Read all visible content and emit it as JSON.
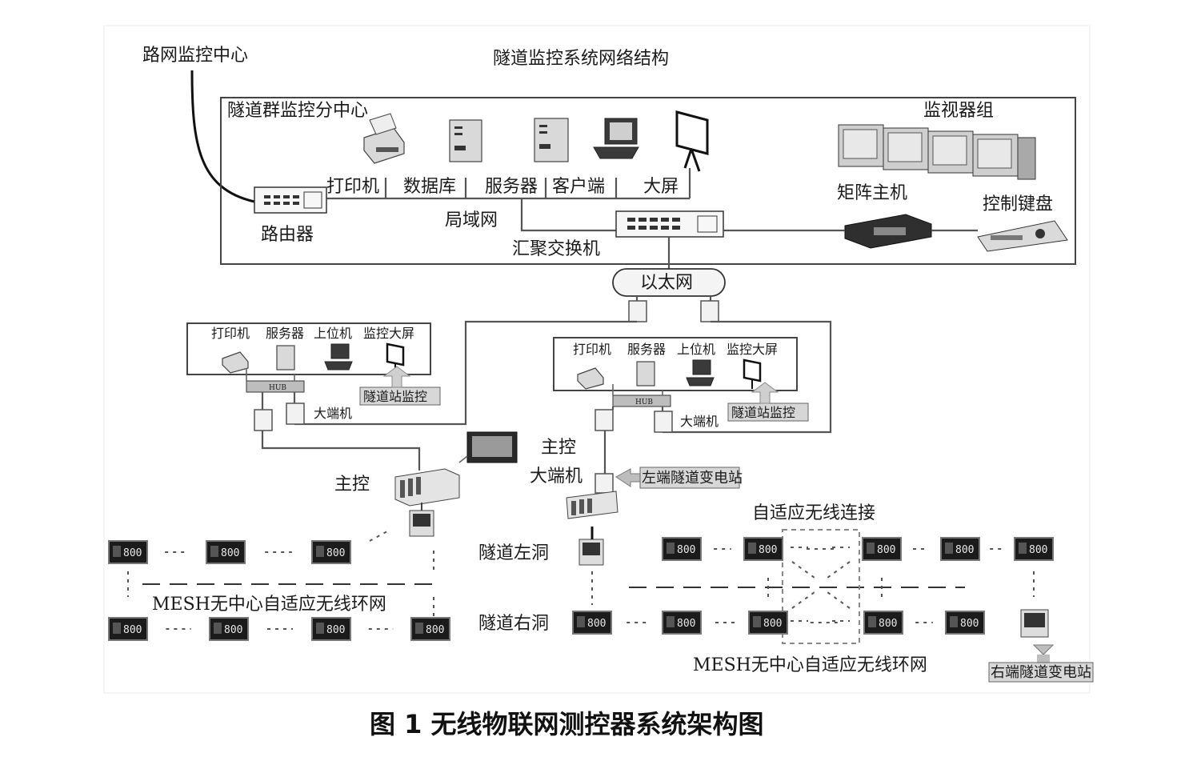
{
  "title": "隧道监控系统网络结构",
  "road_center": "路网监控中心",
  "sub_center": "隧道群监控分中心",
  "monitor_group": "监视器组",
  "top_devices": {
    "printer": "打印机",
    "database": "数据库",
    "server": "服务器",
    "client": "客户端",
    "screen": "大屏"
  },
  "router": "路由器",
  "lan": "局域网",
  "agg_switch": "汇聚交换机",
  "matrix_host": "矩阵主机",
  "control_keyboard": "控制键盘",
  "ethernet": "以太网",
  "station_left": {
    "printer": "打印机",
    "server": "服务器",
    "host": "上位机",
    "big_screen": "监控大屏",
    "monitor_tag": "隧道站监控",
    "hub": "HUB",
    "terminal": "大端机"
  },
  "station_right": {
    "printer": "打印机",
    "server": "服务器",
    "host": "上位机",
    "big_screen": "监控大屏",
    "monitor_tag": "隧道站监控",
    "hub": "HUB",
    "terminal": "大端机"
  },
  "main_control_left": "主控",
  "main_control_right": "主控",
  "big_terminal_right": "大端机",
  "left_substation": "左端隧道变电站",
  "right_substation": "右端隧道变电站",
  "adaptive_link": "自适应无线连接",
  "tunnel_left": "隧道左洞",
  "tunnel_right": "隧道右洞",
  "mesh_left": "MESH无中心自适应无线环网",
  "mesh_right": "MESH无中心自适应无线环网",
  "node_value": "800",
  "caption": "图 1   无线物联网测控器系统架构图"
}
